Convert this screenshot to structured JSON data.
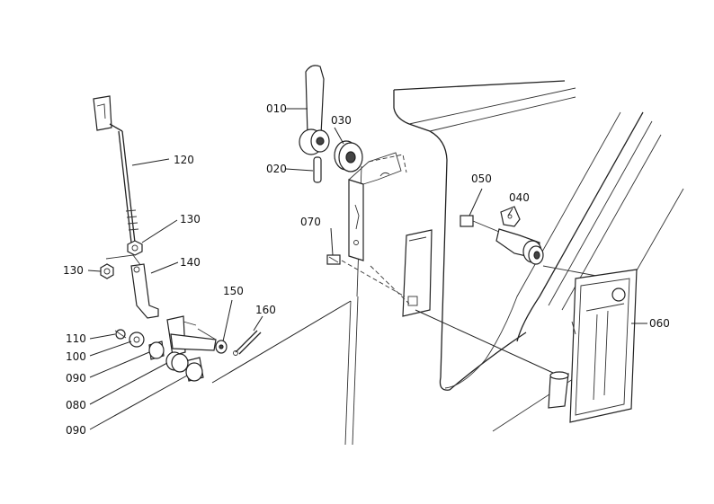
{
  "parts": [
    {
      "id": "p010",
      "label": "010"
    },
    {
      "id": "p020",
      "label": "020"
    },
    {
      "id": "p030",
      "label": "030"
    },
    {
      "id": "p040",
      "label": "040"
    },
    {
      "id": "p050",
      "label": "050"
    },
    {
      "id": "p060",
      "label": "060"
    },
    {
      "id": "p070",
      "label": "070"
    },
    {
      "id": "p080",
      "label": "080"
    },
    {
      "id": "p090a",
      "label": "090"
    },
    {
      "id": "p090b",
      "label": "090"
    },
    {
      "id": "p100",
      "label": "100"
    },
    {
      "id": "p110",
      "label": "110"
    },
    {
      "id": "p120",
      "label": "120"
    },
    {
      "id": "p130a",
      "label": "130"
    },
    {
      "id": "p130b",
      "label": "130"
    },
    {
      "id": "p140",
      "label": "140"
    },
    {
      "id": "p150",
      "label": "150"
    },
    {
      "id": "p160",
      "label": "160"
    }
  ]
}
